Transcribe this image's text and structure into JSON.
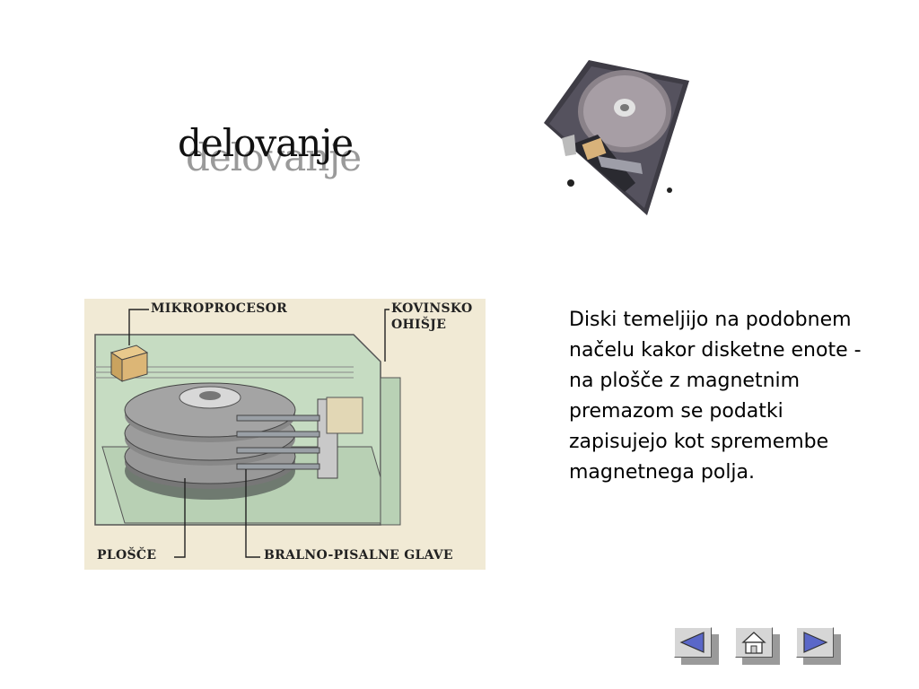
{
  "slide": {
    "title": "delovanje",
    "description": "Diski temeljijo na podobnem načelu kakor disketne enote - na plošče z magnetnim premazom se podatki zapisujejo kot spremembe magnetnega polja."
  },
  "diagram": {
    "labels": {
      "microprocessor": "MIKROPROCESOR",
      "housing_line1": "KOVINSKO",
      "housing_line2": "OHIŠJE",
      "platters": "PLOŠČE",
      "heads": "BRALNO-PISALNE GLAVE"
    }
  },
  "nav": {
    "prev_icon": "triangle-left-icon",
    "home_icon": "house-icon",
    "next_icon": "triangle-right-icon"
  },
  "colors": {
    "accent_nav": "#5a67c8",
    "diagram_background": "#f1ead5",
    "diagram_green": "#c6dcc2"
  }
}
